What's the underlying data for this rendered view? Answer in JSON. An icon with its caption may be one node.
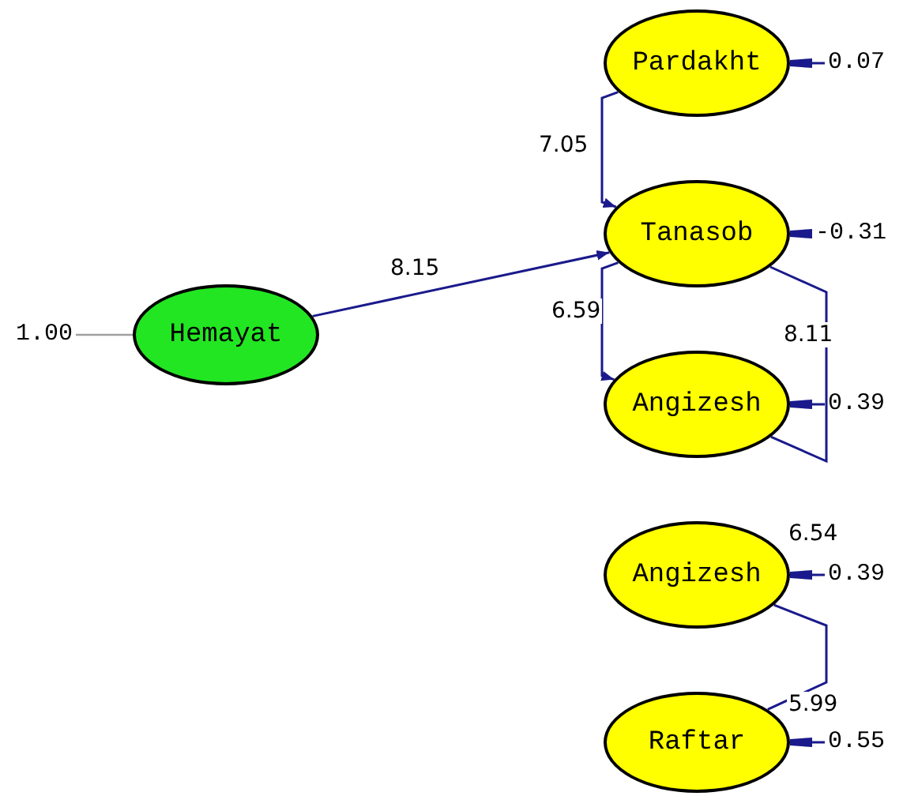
{
  "diagram": {
    "nodes": [
      {
        "text": [
          "Hemayat"
        ]
      },
      {
        "text": [
          "Pardakht"
        ]
      },
      {
        "text": [
          "Tanasob"
        ]
      },
      {
        "text": [
          "Angizesh"
        ]
      },
      {
        "text": [
          "Angizesh"
        ]
      },
      {
        "text": [
          "Raftar"
        ]
      },
      {
        "text": [
          "1.00"
        ]
      },
      {
        "text": [
          "0.07"
        ]
      },
      {
        "text": [
          "-0.31"
        ]
      },
      {
        "text": [
          "0.39"
        ]
      },
      {
        "text": [
          "0.39"
        ]
      },
      {
        "text": [
          "0.55"
        ]
      }
    ],
    "edges": [
      {
        "from": 6,
        "to": 0,
        "arrow": "none",
        "color": "#a0a0a0"
      },
      {
        "from": 0,
        "to": 2,
        "arrow": "to",
        "label": "8.15"
      },
      {
        "from": 1,
        "to": 2,
        "arrow": "to",
        "label": "7.05"
      },
      {
        "from": 2,
        "to": 3,
        "arrow": "to",
        "label": "6.59"
      },
      {
        "from": 2,
        "to": 3,
        "arrow": "none",
        "label": "8.11"
      },
      {
        "from": 4,
        "to": 5,
        "arrow": "none"
      },
      {
        "from": 7,
        "to": 1,
        "arrow": "to"
      },
      {
        "from": 8,
        "to": 2,
        "arrow": "to"
      },
      {
        "from": 9,
        "to": 3,
        "arrow": "to"
      },
      {
        "from": 10,
        "to": 4,
        "arrow": "to"
      },
      {
        "from": 11,
        "to": 5,
        "arrow": "to"
      }
    ],
    "labels": [
      "6.54",
      "5.99"
    ]
  }
}
